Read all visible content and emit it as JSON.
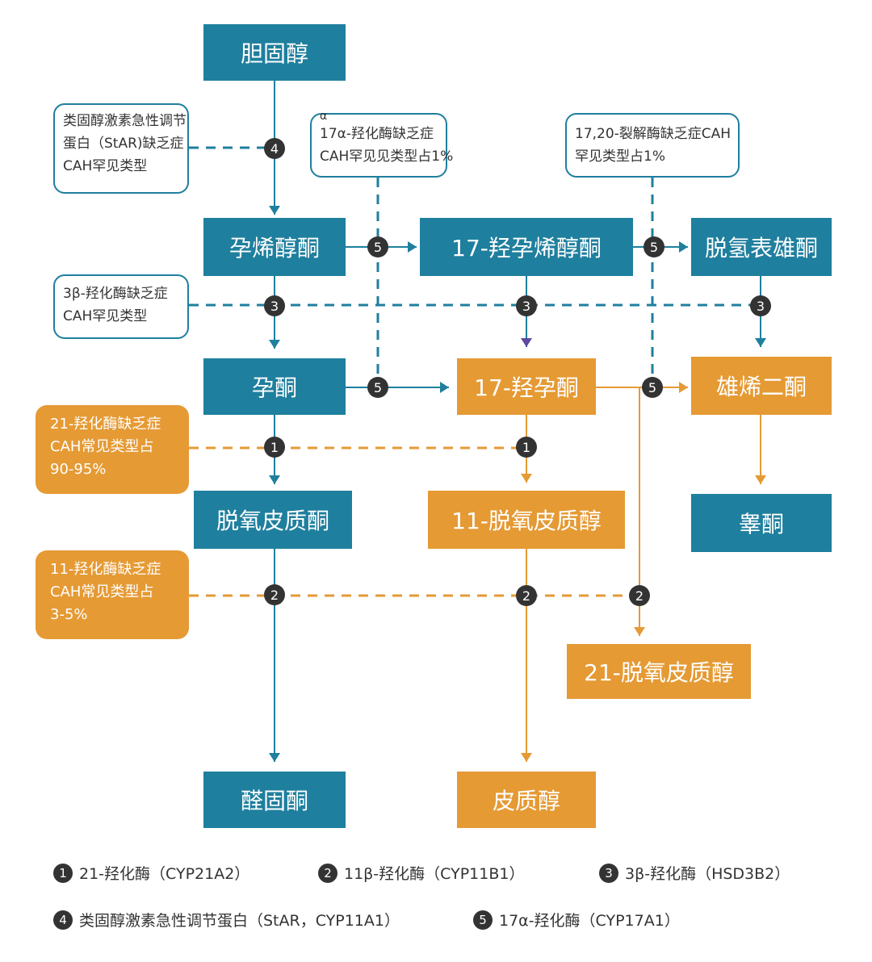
{
  "colors": {
    "teal": "#1f7f9e",
    "orange": "#e59a34",
    "badge": "#333333",
    "purple_arrow": "#5b4a9e"
  },
  "nodes": {
    "cholesterol": "胆固醇",
    "pregnenolone": "孕烯醇酮",
    "hydroxypregnenolone": "17-羟孕烯醇酮",
    "dhea": "脱氢表雄酮",
    "progesterone": "孕酮",
    "hydroxyprogesterone": "17-羟孕酮",
    "androstenedione": "雄烯二酮",
    "doc": "脱氧皮质酮",
    "deoxycortisol11": "11-脱氧皮质醇",
    "testosterone": "睾酮",
    "deoxycortisol21": "21-脱氧皮质醇",
    "aldosterone": "醛固酮",
    "cortisol": "皮质醇"
  },
  "notes": {
    "star": [
      "类固醇激素急性调节",
      "蛋白（StAR)缺乏症",
      "CAH罕见类型"
    ],
    "alpha17": [
      "17α-羟化酶缺乏症",
      "CAH罕见见类型占1%"
    ],
    "alpha17_symbol": "α",
    "lyase": [
      "17,20-裂解酶缺乏症CAH",
      "罕见类型占1%"
    ],
    "beta3": [
      "3β-羟化酶缺乏症",
      "CAH罕见类型"
    ],
    "h21": [
      "21-羟化酶缺乏症",
      "CAH常见类型占",
      "90-95%"
    ],
    "h11": [
      "11-羟化酶缺乏症",
      "CAH常见类型占",
      "3-5%"
    ]
  },
  "badges": [
    "1",
    "2",
    "3",
    "4",
    "5"
  ],
  "legend": [
    {
      "num": "1",
      "text": "21-羟化酶（CYP21A2）"
    },
    {
      "num": "2",
      "text": "11β-羟化酶（CYP11B1）"
    },
    {
      "num": "3",
      "text": "3β-羟化酶（HSD3B2）"
    },
    {
      "num": "4",
      "text": "类固醇激素急性调节蛋白（StAR，CYP11A1）"
    },
    {
      "num": "5",
      "text": "17α-羟化酶（CYP17A1）"
    }
  ]
}
